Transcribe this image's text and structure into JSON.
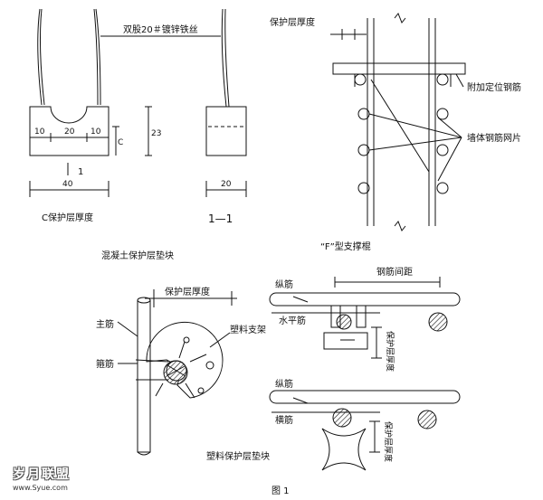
{
  "labels": {
    "wire": "双股20＃镀锌铁丝",
    "cover_top": "保护层厚度",
    "extra_bar": "附加定位钢筋",
    "wall_mesh": "墙体钢筋网片",
    "dim_10a": "10",
    "dim_20": "20",
    "dim_10b": "10",
    "dim_c": "C",
    "dim_23": "23",
    "dim_40": "40",
    "dim_20b": "20",
    "section_mark": "1",
    "c_cover": "C保护层厚度",
    "section_11": "1—1",
    "concrete_block": "混凝土保护层垫块",
    "f_support": "“F”型支撑棍",
    "cover_mid": "保护层厚度",
    "main_bar": "主筋",
    "stirrup": "箍筋",
    "plastic_frame": "塑料支架",
    "plastic_block": "塑料保护层垫块",
    "long_bar1": "纵筋",
    "spacing": "钢筋间距",
    "horiz_bar": "水平筋",
    "cover_v1": "保护层厚度",
    "long_bar2": "纵筋",
    "trans_bar": "横筋",
    "cover_v2": "保护层厚度",
    "fig": "图 1"
  },
  "watermark": {
    "brand": "岁月联盟",
    "url": "www.Syue.com"
  }
}
